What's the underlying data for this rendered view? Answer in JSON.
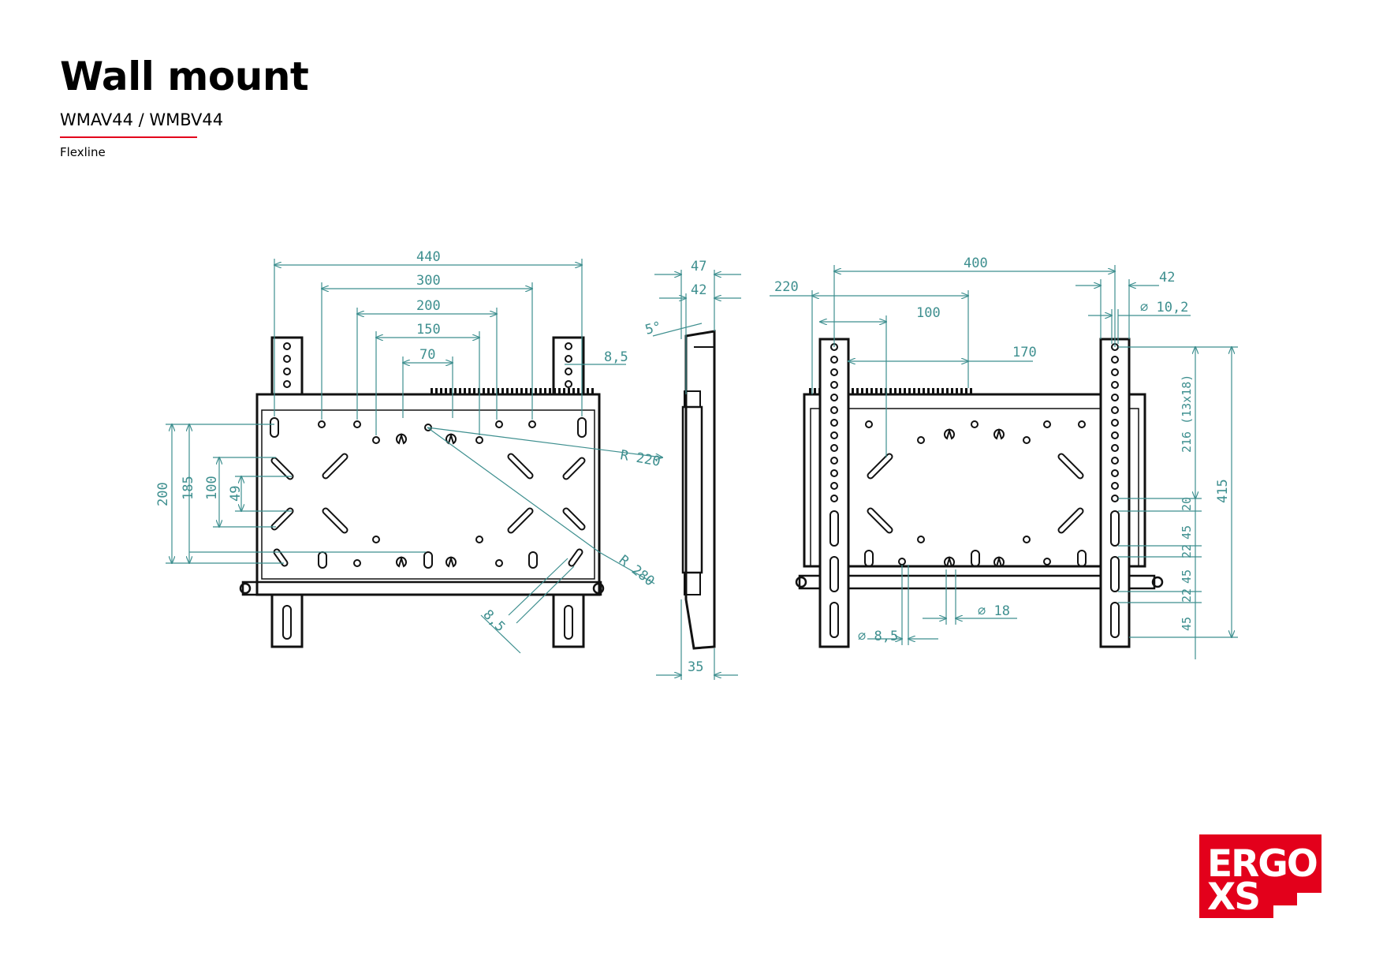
{
  "header": {
    "title": "Wall mount",
    "subtitle": "WMAV44 / WMBV44",
    "series": "Flexline"
  },
  "brand": {
    "line1": "ERGO",
    "line2": "XS",
    "color": "#e3001b"
  },
  "colors": {
    "accent_rule": "#e3001b",
    "dimension": "#3e8f8f",
    "outline": "#111111"
  },
  "dimensions": {
    "front": {
      "w440": "440",
      "w300": "300",
      "w200": "200",
      "w150": "150",
      "w70": "70",
      "h200": "200",
      "h185": "185",
      "h100": "100",
      "h49": "49",
      "slot": "8,5",
      "r220": "R 220",
      "r280": "R 280",
      "slot2": "8,5"
    },
    "side": {
      "d47": "47",
      "d42": "42",
      "angle": "5°",
      "d35": "35"
    },
    "back": {
      "w400": "400",
      "w220": "220",
      "w100": "100",
      "w170": "170",
      "d42": "42",
      "hole": "⌀ 10,2",
      "pitch": "216 (13x18)",
      "h415": "415",
      "s20": "20",
      "s45a": "45",
      "s22a": "22",
      "s45b": "45",
      "s22b": "22",
      "s45c": "45",
      "hole18": "⌀ 18",
      "hole85": "⌀ 8,5"
    }
  }
}
